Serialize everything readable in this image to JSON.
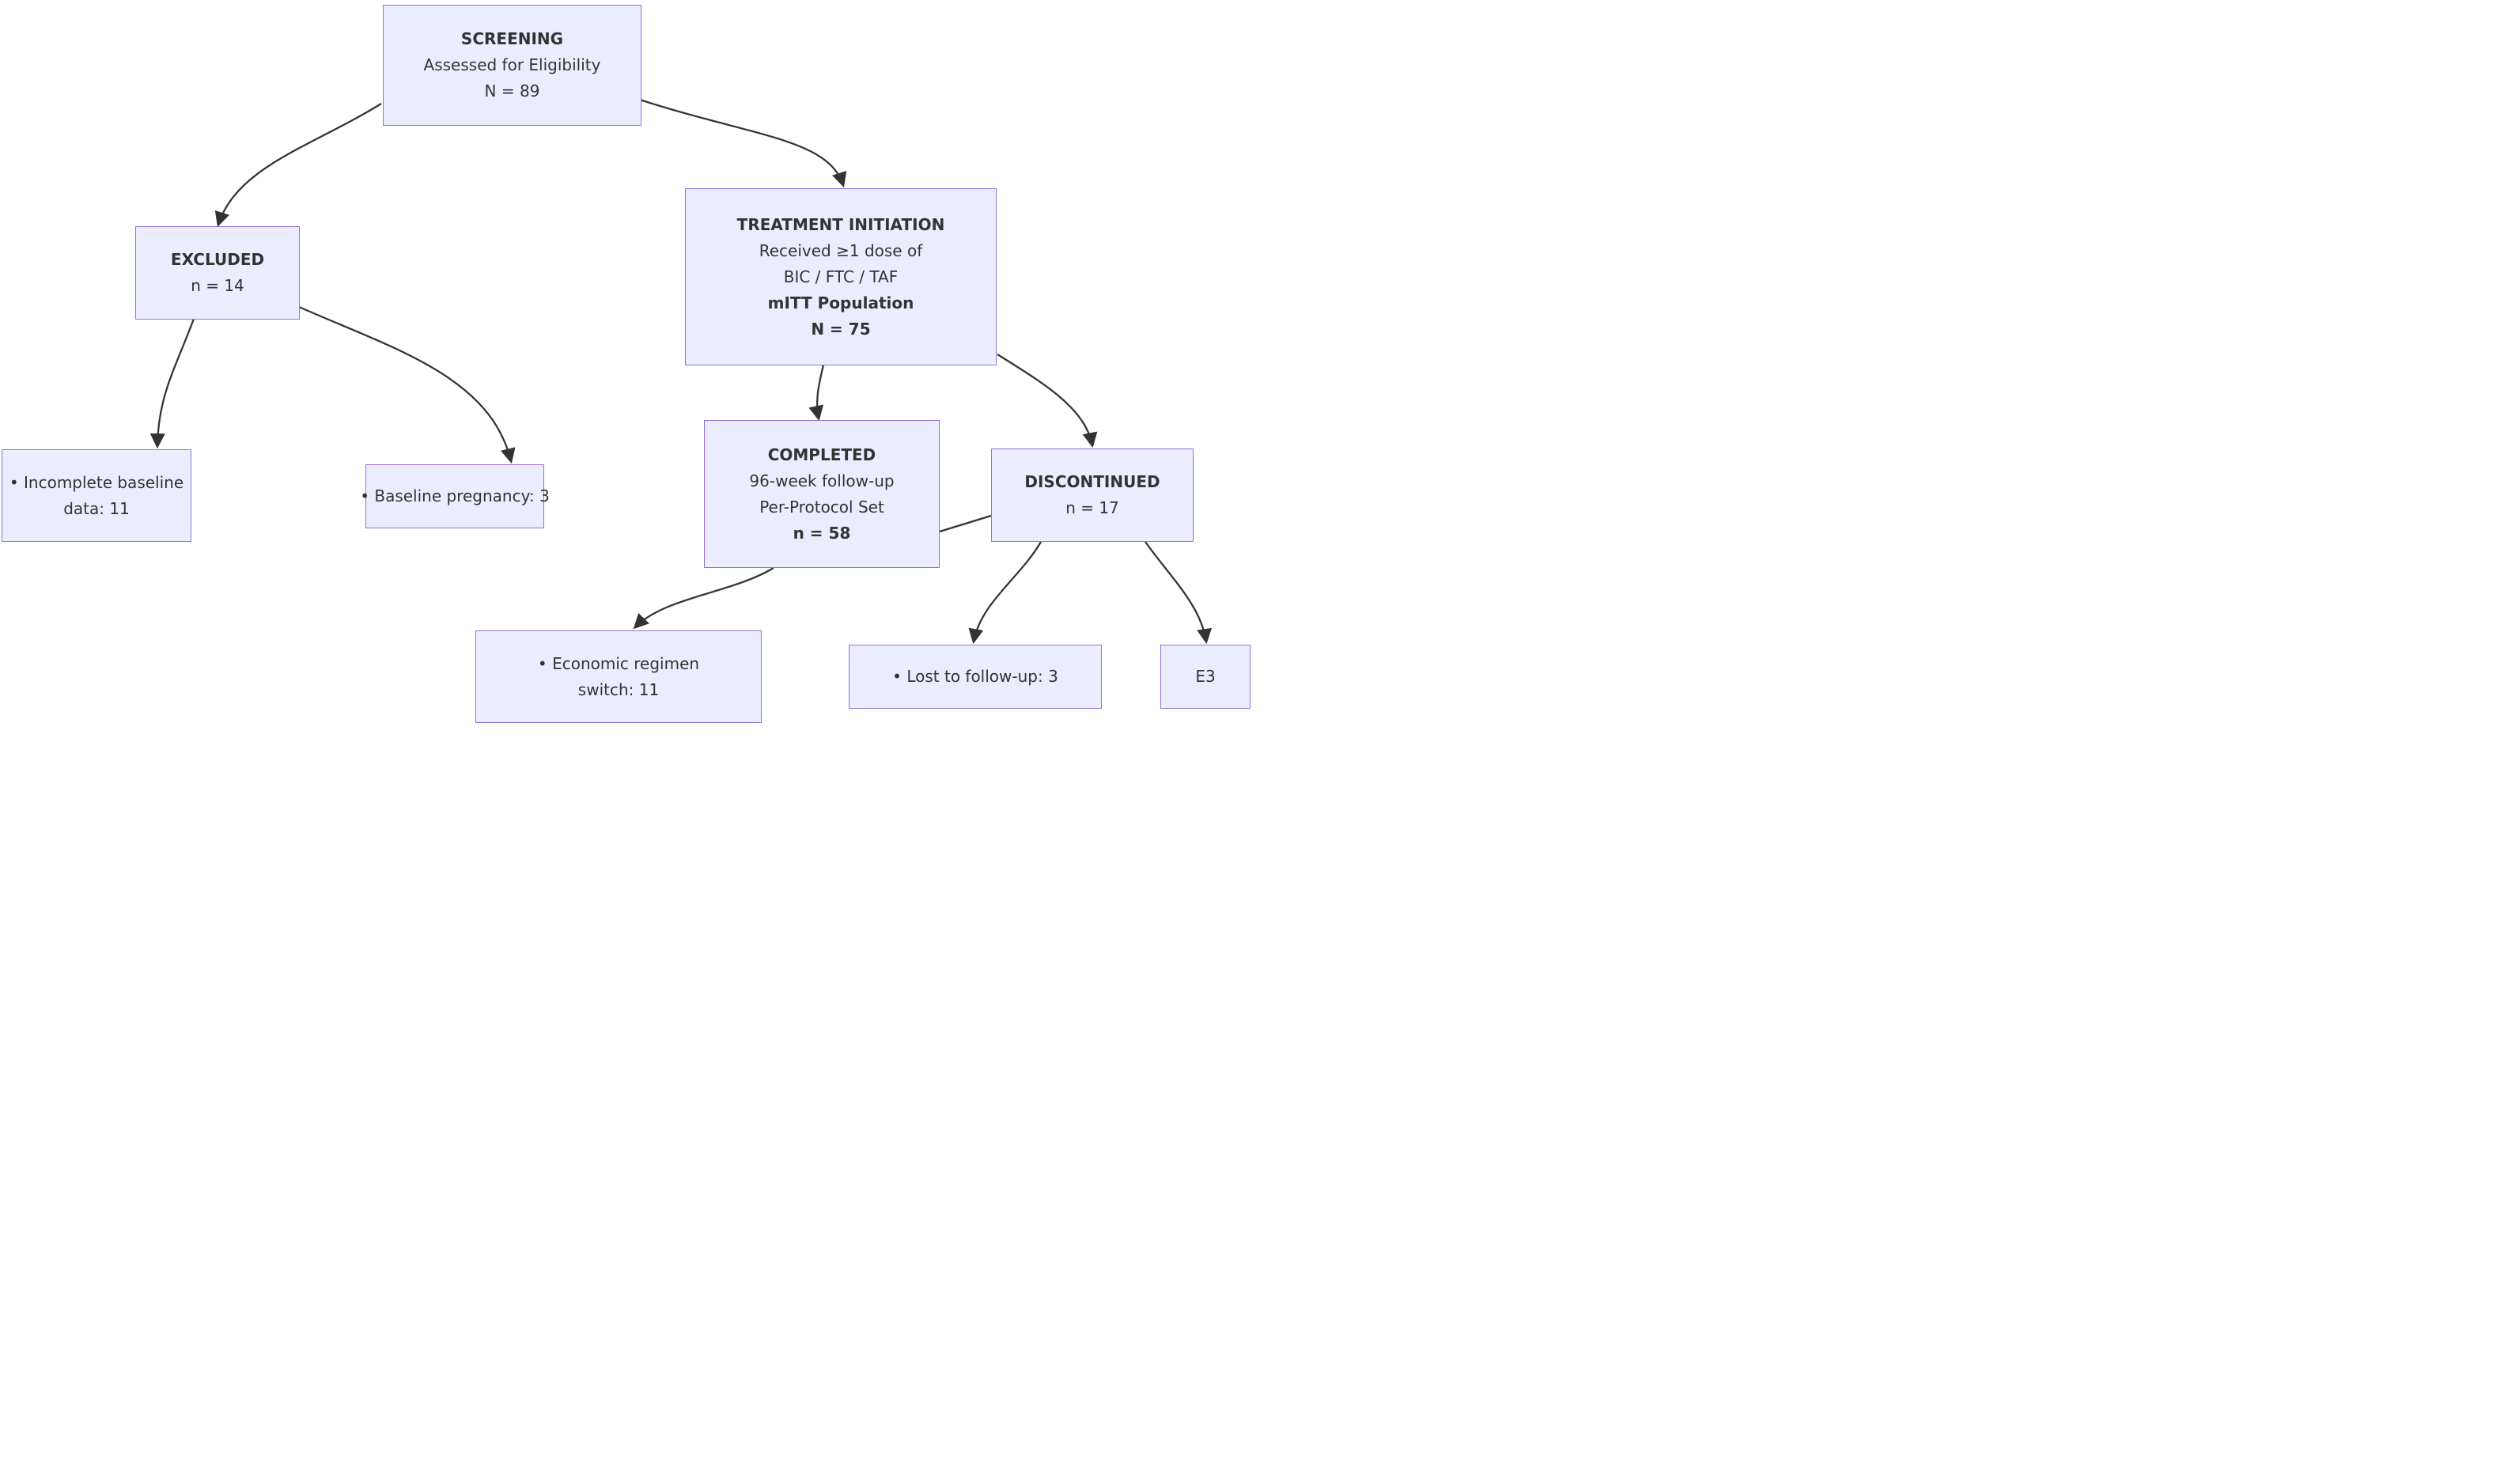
{
  "diagram": {
    "type": "flowchart",
    "title": "Study participant flow (CONSORT-style) diagram",
    "colors": {
      "background": "#ffffff",
      "node_fill": "#ECECFF",
      "node_border": "#9370DB",
      "text": "#333333",
      "edge": "#333333"
    },
    "nodes": {
      "screening": {
        "lines": [
          "SCREENING",
          "Assessed for Eligibility",
          "N = 89"
        ]
      },
      "excluded": {
        "lines": [
          "EXCLUDED",
          "n = 14"
        ]
      },
      "treatment_initiation": {
        "lines": [
          "TREATMENT INITIATION",
          "Received ≥1 dose of",
          "BIC / FTC / TAF",
          "mITT Population",
          "N = 75"
        ]
      },
      "completed": {
        "lines": [
          "COMPLETED",
          "96-week follow-up",
          "Per-Protocol Set",
          "n = 58"
        ]
      },
      "discontinued": {
        "lines": [
          "DISCONTINUED",
          "n = 17"
        ]
      },
      "excluded_reason_1": {
        "lines": [
          "• Incomplete baseline",
          "data: 11"
        ]
      },
      "excluded_reason_2": {
        "lines": [
          "• Baseline pregnancy: 3"
        ]
      },
      "completed_reason": {
        "lines": [
          "• Economic regimen",
          "switch: 11"
        ]
      },
      "discontinued_reason_1": {
        "lines": [
          "• Lost to follow-up: 3"
        ]
      },
      "discontinued_reason_2": {
        "lines": [
          "E3"
        ]
      }
    },
    "edges": [
      {
        "from": "screening",
        "to": "excluded",
        "arrow": true
      },
      {
        "from": "screening",
        "to": "treatment_initiation",
        "arrow": true
      },
      {
        "from": "excluded",
        "to": "excluded_reason_1",
        "arrow": true
      },
      {
        "from": "excluded",
        "to": "excluded_reason_2",
        "arrow": true
      },
      {
        "from": "treatment_initiation",
        "to": "completed",
        "arrow": true
      },
      {
        "from": "treatment_initiation",
        "to": "discontinued",
        "arrow": true
      },
      {
        "from": "completed",
        "to": "discontinued",
        "arrow": false
      },
      {
        "from": "completed",
        "to": "completed_reason",
        "arrow": true
      },
      {
        "from": "discontinued",
        "to": "discontinued_reason_1",
        "arrow": true
      },
      {
        "from": "discontinued",
        "to": "discontinued_reason_2",
        "arrow": true
      }
    ]
  }
}
